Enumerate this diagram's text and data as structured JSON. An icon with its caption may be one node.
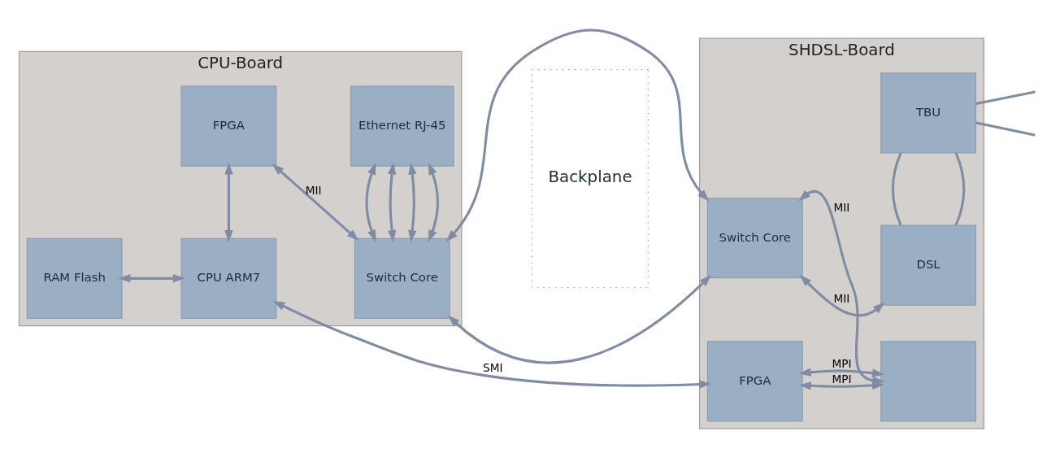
{
  "diagram": {
    "nodes": [
      {
        "text": [
          "CPU-Board"
        ]
      },
      {
        "text": [
          "Backplane"
        ]
      },
      {
        "text": [
          "SHDSL-Board"
        ]
      },
      {
        "text": [
          "RAM Flash"
        ],
        "in": 0
      },
      {
        "text": [
          "CPU ARM7"
        ],
        "in": 0
      },
      {
        "text": [
          "FPGA"
        ],
        "in": 0
      },
      {
        "text": [
          "Switch Core"
        ],
        "in": 0
      },
      {
        "text": [
          "Ethernet RJ-45"
        ],
        "in": 0
      },
      {
        "text": [
          "FPGA"
        ],
        "in": 2
      },
      {
        "text": [
          "Switch Core"
        ],
        "in": 2
      },
      {
        "text": [],
        "shape": "box",
        "in": 2
      },
      {
        "text": [
          "DSL"
        ],
        "in": 2
      },
      {
        "text": [
          "TBU"
        ],
        "in": 2
      }
    ],
    "edges": [
      {
        "from": 3,
        "to": 4,
        "arrow": "both"
      },
      {
        "from": 4,
        "to": 8,
        "arrow": "both",
        "label": "SMI"
      },
      {
        "from": 4,
        "to": 5,
        "arrow": "both"
      },
      {
        "from": 5,
        "to": 6,
        "arrow": "both",
        "label": "MII"
      },
      {
        "from": 6,
        "to": 7,
        "arrow": "both"
      },
      {
        "from": 6,
        "to": 7,
        "arrow": "both"
      },
      {
        "from": 6,
        "to": 7,
        "arrow": "both"
      },
      {
        "from": 6,
        "to": 7,
        "arrow": "both"
      },
      {
        "from": 6,
        "to": 9,
        "arrow": "both"
      },
      {
        "from": 6,
        "to": 9,
        "arrow": "both"
      },
      {
        "from": 8,
        "to": 10,
        "arrow": "both",
        "label": "MPI"
      },
      {
        "from": 8,
        "to": 10,
        "arrow": "both",
        "label": "MPI"
      },
      {
        "from": 9,
        "to": 10,
        "arrow": "both",
        "label": "MII"
      },
      {
        "from": 9,
        "to": 11,
        "arrow": "both",
        "label": "MII"
      },
      {
        "from": 11,
        "to": 12,
        "arrow": "none"
      },
      {
        "from": 11,
        "to": 12,
        "arrow": "none"
      },
      {
        "from": 12,
        "to": null,
        "arrow": "none"
      },
      {
        "from": 12,
        "to": null,
        "arrow": "none"
      }
    ]
  }
}
